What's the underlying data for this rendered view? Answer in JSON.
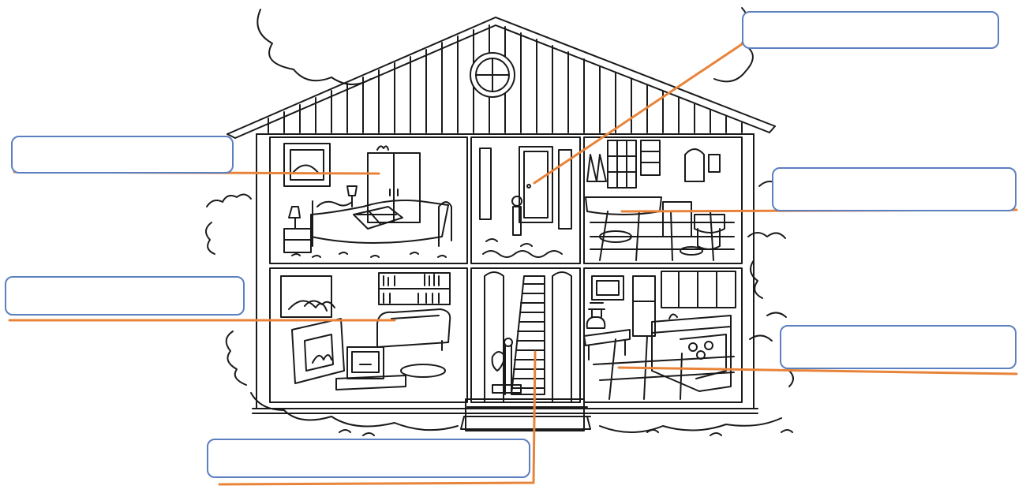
{
  "colors": {
    "line": "#1a1a1a",
    "box_border": "#5b7fbf",
    "leader": "#e8843a",
    "background": "#ffffff"
  },
  "worksheet": {
    "labels": [
      {
        "id": "attic-door",
        "text": ""
      },
      {
        "id": "bedroom",
        "text": ""
      },
      {
        "id": "bathroom",
        "text": ""
      },
      {
        "id": "living-room",
        "text": ""
      },
      {
        "id": "kitchen",
        "text": ""
      },
      {
        "id": "stairs",
        "text": ""
      }
    ]
  }
}
